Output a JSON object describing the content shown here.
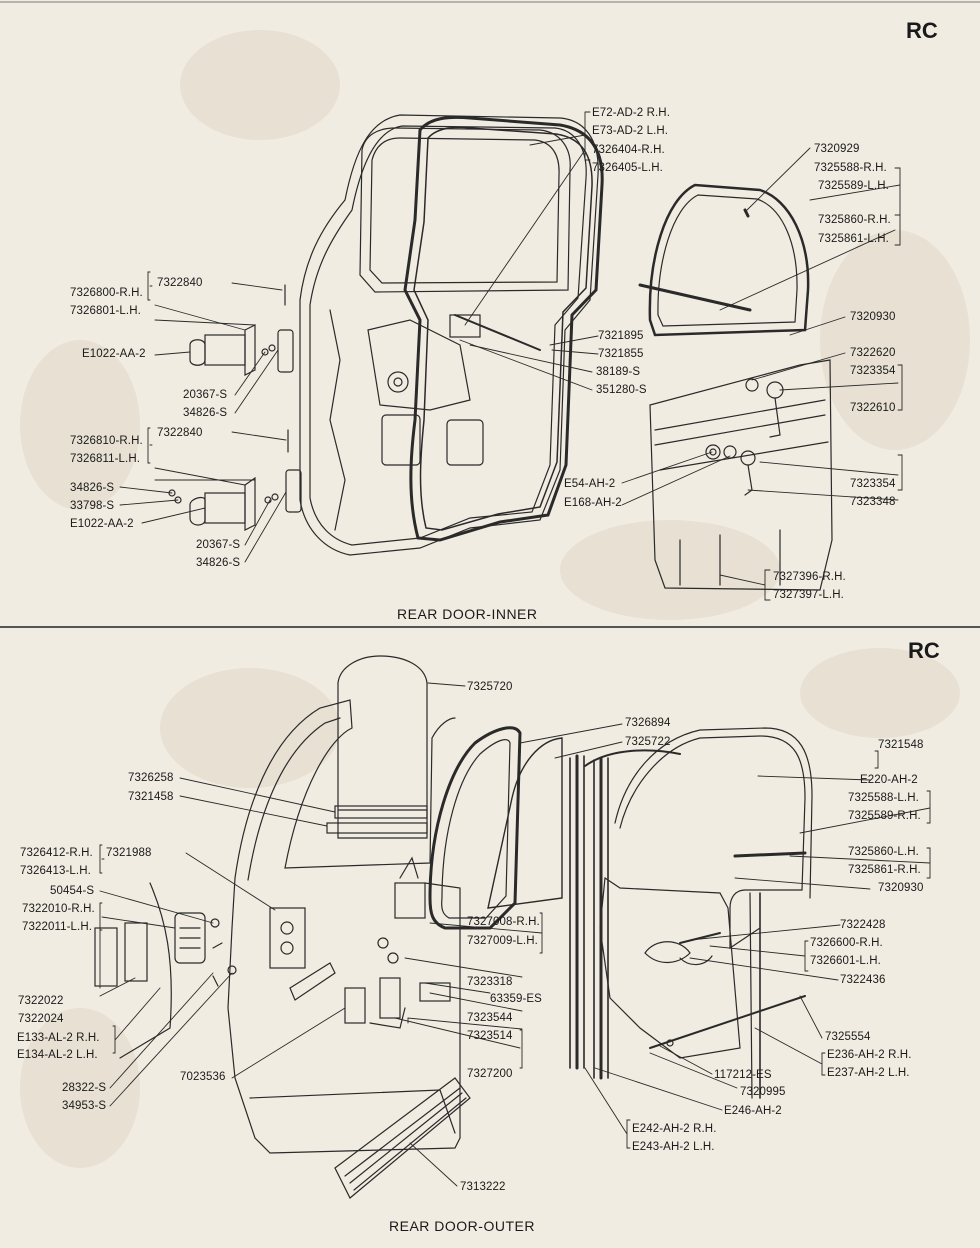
{
  "top": {
    "section_code": "RC",
    "caption": "REAR DOOR-INNER",
    "labels": {
      "e72": "E72-AD-2 R.H.",
      "e73": "E73-AD-2 L.H.",
      "p7326404": "7326404-R.H.",
      "p7326405": "7326405-L.H.",
      "p7320929": "7320929",
      "p7325588": "7325588-R.H.",
      "p7325589": "7325589-L.H.",
      "p7325860": "7325860-R.H.",
      "p7325861": "7325861-L.H.",
      "p7322840a": "7322840",
      "p7326800": "7326800-R.H.",
      "p7326801": "7326801-L.H.",
      "e1022a": "E1022-AA-2",
      "p20367a": "20367-S",
      "p34826a": "34826-S",
      "p7321895": "7321895",
      "p7321855": "7321855",
      "p38189": "38189-S",
      "p351280": "351280-S",
      "p7320930": "7320930",
      "p7322620": "7322620",
      "p7323354a": "7323354",
      "p7322610": "7322610",
      "p7322840b": "7322840",
      "p7326810": "7326810-R.H.",
      "p7326811": "7326811-L.H.",
      "p34826b": "34826-S",
      "p33798": "33798-S",
      "e1022b": "E1022-AA-2",
      "p20367b": "20367-S",
      "p34826c": "34826-S",
      "e54": "E54-AH-2",
      "e168": "E168-AH-2",
      "p7323354b": "7323354",
      "p7323348": "7323348",
      "p7327396": "7327396-R.H.",
      "p7327397": "7327397-L.H."
    }
  },
  "bottom": {
    "section_code": "RC",
    "caption": "REAR DOOR-OUTER",
    "labels": {
      "p7325720": "7325720",
      "p7326894": "7326894",
      "p7325722": "7325722",
      "p7321548": "7321548",
      "e220": "E220-AH-2",
      "p7325588": "7325588-L.H.",
      "p7325589": "7325589-R.H.",
      "p7325860": "7325860-L.H.",
      "p7325861": "7325861-R.H.",
      "p7320930": "7320930",
      "p7326258": "7326258",
      "p7321458": "7321458",
      "p7326412": "7326412-R.H.",
      "p7326413": "7326413-L.H.",
      "p7321988": "7321988",
      "p50454": "50454-S",
      "p7322010": "7322010-R.H.",
      "p7322011": "7322011-L.H.",
      "p7322022": "7322022",
      "p7322024": "7322024",
      "e133": "E133-AL-2  R.H.",
      "e134": "E134-AL-2  L.H.",
      "p28322": "28322-S",
      "p34953": "34953-S",
      "p7023536": "7023536",
      "p7327008": "7327008-R.H.",
      "p7327009": "7327009-L.H.",
      "p7323318": "7323318",
      "p63359": "63359-ES",
      "p7323544": "7323544",
      "p7323514": "7323514",
      "p7327200": "7327200",
      "p7322428": "7322428",
      "p7326600": "7326600-R.H.",
      "p7326601": "7326601-L.H.",
      "p7322436": "7322436",
      "p7325554": "7325554",
      "e236": "E236-AH-2  R.H.",
      "e237": "E237-AH-2  L.H.",
      "p117212": "117212-ES",
      "p7320995": "7320995",
      "e246": "E246-AH-2",
      "e242": "E242-AH-2  R.H.",
      "e243": "E243-AH-2  L.H.",
      "p7313222": "7313222"
    }
  }
}
